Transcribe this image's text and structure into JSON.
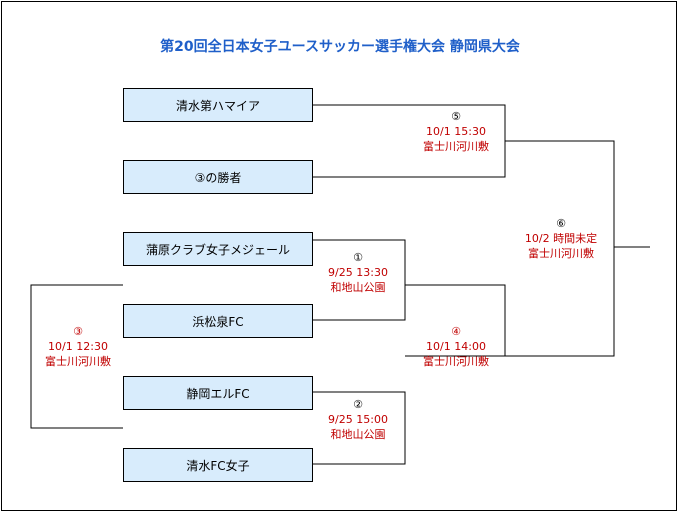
{
  "title": "第20回全日本女子ユースサッカー選手権大会 静岡県大会",
  "teams": [
    "清水第ハマイア",
    "③の勝者",
    "蒲原クラブ女子メジェール",
    "浜松泉FC",
    "静岡エルFC",
    "清水FC女子"
  ],
  "matches": {
    "m1": {
      "num": "①",
      "time": "9/25 13:30",
      "venue": "和地山公園"
    },
    "m2": {
      "num": "②",
      "time": "9/25 15:00",
      "venue": "和地山公園"
    },
    "m3": {
      "num": "③",
      "time": "10/1 12:30",
      "venue": "富士川河川敷"
    },
    "m4": {
      "num": "④",
      "time": "10/1 14:00",
      "venue": "富士川河川敷"
    },
    "m5": {
      "num": "⑤",
      "time": "10/1 15:30",
      "venue": "富士川河川敷"
    },
    "m6": {
      "num": "⑥",
      "time": "10/2 時間未定",
      "venue": "富士川河川敷"
    }
  },
  "colors": {
    "team_fill": "#d8ecfc",
    "title": "#1f5fc9",
    "schedule": "#c00000"
  }
}
